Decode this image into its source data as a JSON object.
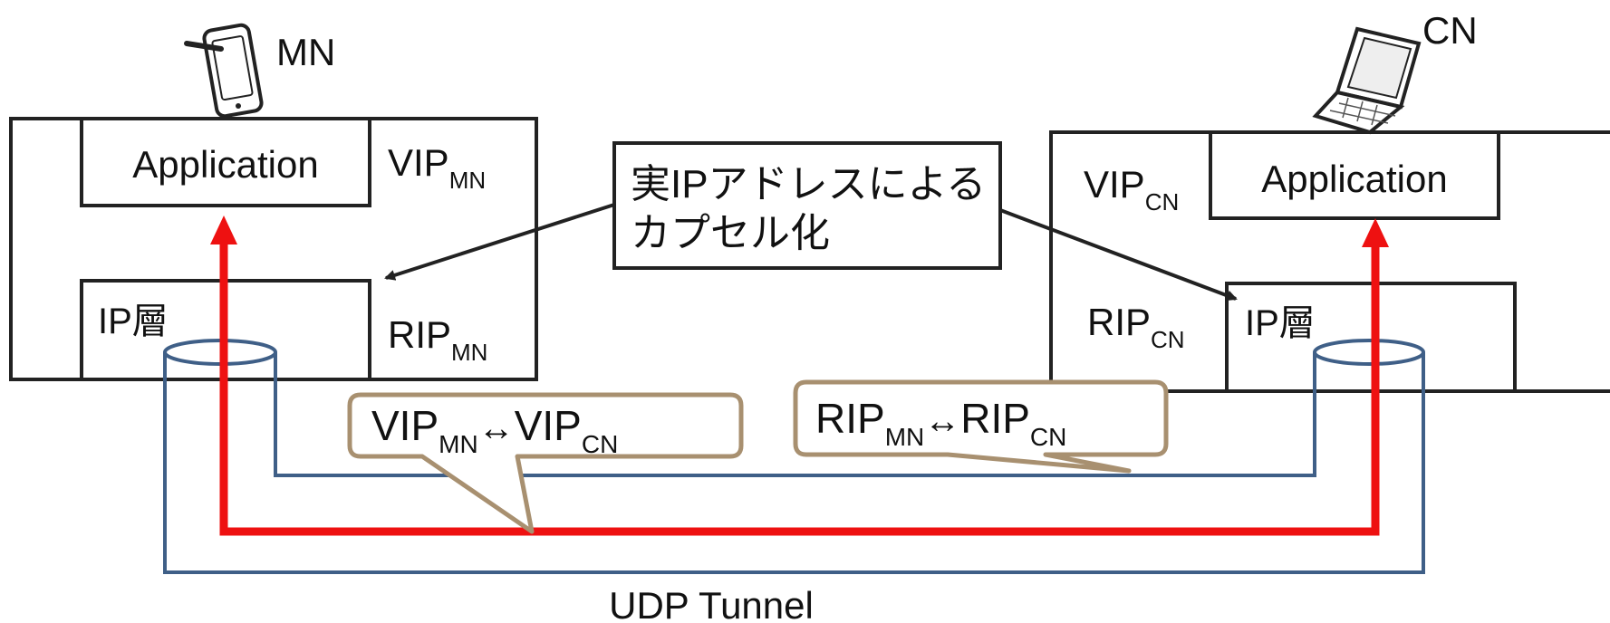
{
  "mn": {
    "name": "MN",
    "app_label": "Application",
    "ip_layer_label": "IP層",
    "vip": {
      "base": "VIP",
      "sub": "MN"
    },
    "rip": {
      "base": "RIP",
      "sub": "MN"
    },
    "device_icon": "tablet-icon"
  },
  "cn": {
    "name": "CN",
    "app_label": "Application",
    "ip_layer_label": "IP層",
    "vip": {
      "base": "VIP",
      "sub": "CN"
    },
    "rip": {
      "base": "RIP",
      "sub": "CN"
    },
    "device_icon": "laptop-icon"
  },
  "callout_encap": {
    "line1": "実IPアドレスによる",
    "line2": "カプセル化"
  },
  "bubble_vip": {
    "left_base": "VIP",
    "left_sub": "MN",
    "arrow": "↔",
    "right_base": "VIP",
    "right_sub": "CN"
  },
  "bubble_rip": {
    "left_base": "RIP",
    "left_sub": "MN",
    "arrow": "↔",
    "right_base": "RIP",
    "right_sub": "CN"
  },
  "tunnel_label": "UDP Tunnel",
  "colors": {
    "box_stroke": "#222222",
    "tunnel_stroke": "#3f5f87",
    "path_red": "#ee1111",
    "bubble_stroke": "#a89070"
  }
}
